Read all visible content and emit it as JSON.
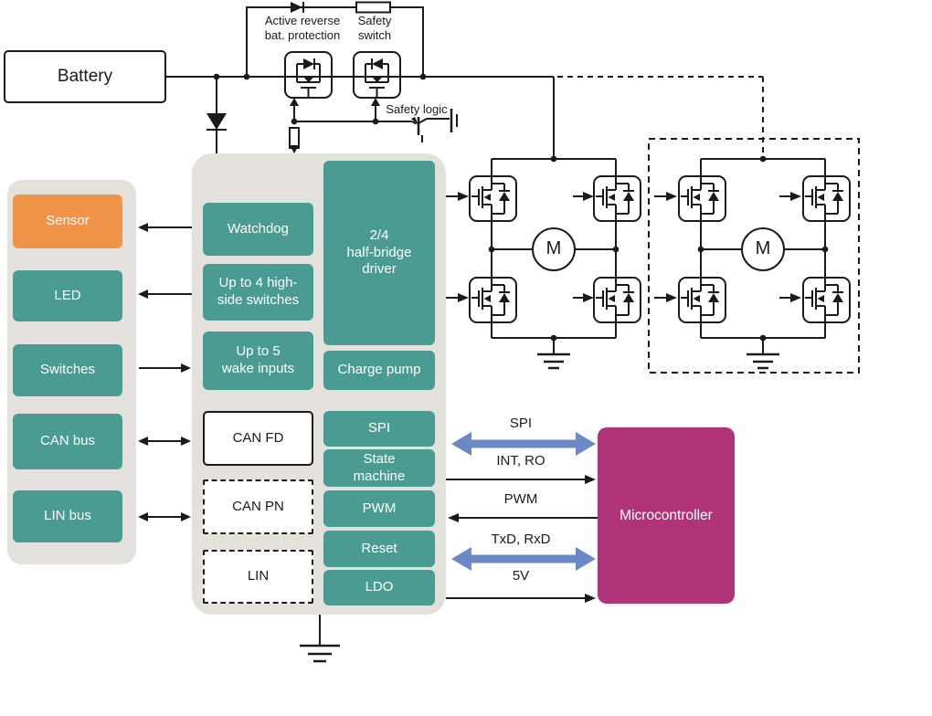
{
  "colors": {
    "teal": "#4a9c92",
    "orange": "#f0944a",
    "panel_beige": "#e4e0dc",
    "magenta": "#b23478",
    "blue_arrow": "#6b8ac5",
    "line_black": "#1a1a1a"
  },
  "battery": {
    "label": "Battery"
  },
  "protection": {
    "bypass_label": "Active reverse\nbat. protection",
    "switch_label": "Safety\nswitch",
    "logic_label": "Safety logic"
  },
  "peripherals": {
    "items": [
      {
        "label": "Sensor"
      },
      {
        "label": "LED"
      },
      {
        "label": "Switches"
      },
      {
        "label": "CAN bus"
      },
      {
        "label": "LIN bus"
      }
    ]
  },
  "ic": {
    "left_column": [
      {
        "label": "Watchdog"
      },
      {
        "label": "Up to 4 high-\nside switches"
      },
      {
        "label": "Up to 5\nwake inputs"
      },
      {
        "label": "CAN FD"
      },
      {
        "label": "CAN PN"
      },
      {
        "label": "LIN"
      }
    ],
    "right_column": [
      {
        "label": "2/4\nhalf-bridge\ndriver"
      },
      {
        "label": "Charge pump"
      },
      {
        "label": "SPI"
      },
      {
        "label": "State\nmachine"
      },
      {
        "label": "PWM"
      },
      {
        "label": "Reset"
      },
      {
        "label": "LDO"
      }
    ]
  },
  "motor_label": "M",
  "microcontroller": {
    "label": "Microcontroller"
  },
  "signals": [
    {
      "label": "SPI",
      "direction": "bidirectional",
      "style": "blue-bold"
    },
    {
      "label": "INT, RO",
      "direction": "to-microcontroller",
      "style": "thin-black"
    },
    {
      "label": "PWM",
      "direction": "to-ic",
      "style": "thin-black"
    },
    {
      "label": "TxD, RxD",
      "direction": "bidirectional",
      "style": "blue-bold"
    },
    {
      "label": "5V",
      "direction": "to-microcontroller",
      "style": "thin-black"
    }
  ]
}
